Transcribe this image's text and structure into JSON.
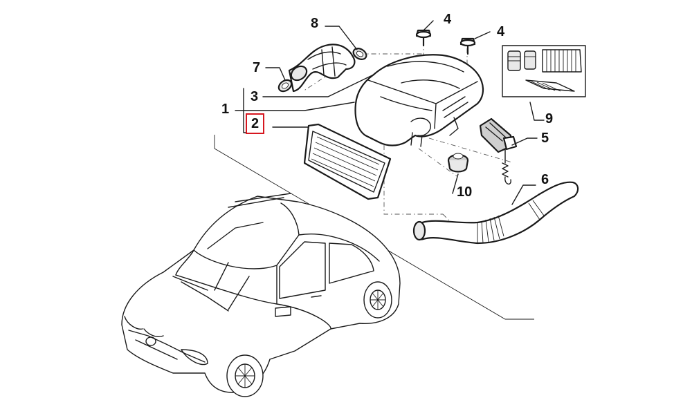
{
  "diagram": {
    "callouts": [
      {
        "id": "c8",
        "label": "8",
        "highlighted": false
      },
      {
        "id": "c4a",
        "label": "4",
        "highlighted": false
      },
      {
        "id": "c4b",
        "label": "4",
        "highlighted": false
      },
      {
        "id": "c7",
        "label": "7",
        "highlighted": false
      },
      {
        "id": "c3",
        "label": "3",
        "highlighted": false
      },
      {
        "id": "c1",
        "label": "1",
        "highlighted": false
      },
      {
        "id": "c2",
        "label": "2",
        "highlighted": true
      },
      {
        "id": "c9",
        "label": "9",
        "highlighted": false
      },
      {
        "id": "c5",
        "label": "5",
        "highlighted": false
      },
      {
        "id": "c10",
        "label": "10",
        "highlighted": false
      },
      {
        "id": "c6",
        "label": "6",
        "highlighted": false
      }
    ],
    "highlight_color": "#d6161f",
    "line_color": "#1a1a1a"
  }
}
